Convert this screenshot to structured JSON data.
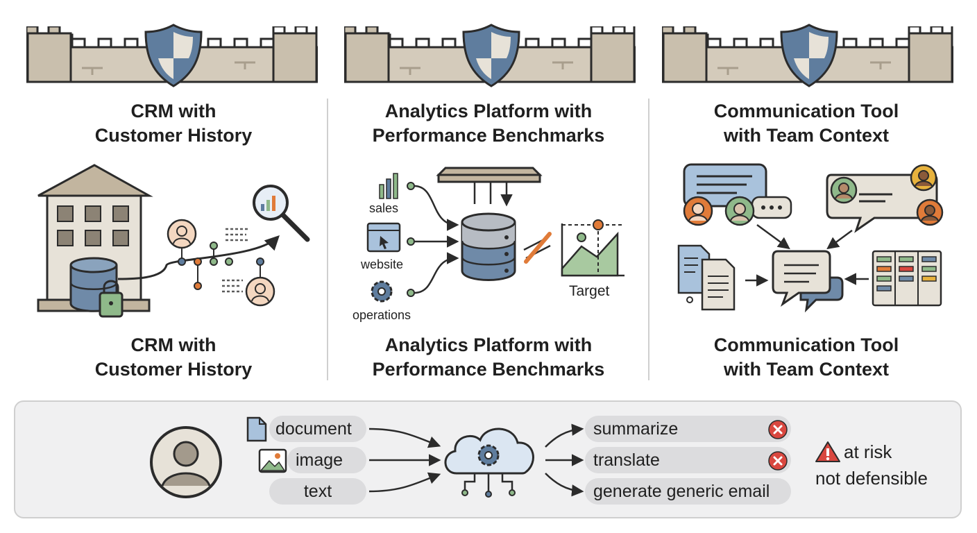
{
  "columns": [
    {
      "title_top": [
        "CRM with",
        "Customer History"
      ],
      "title_bottom": [
        "CRM with",
        "Customer History"
      ]
    },
    {
      "title_top": [
        "Analytics Platform with",
        "Performance Benchmarks"
      ],
      "title_bottom": [
        "Analytics Platform with",
        "Performance Benchmarks"
      ],
      "sources": [
        "sales",
        "website",
        "operations"
      ],
      "target_label": "Target"
    },
    {
      "title_top": [
        "Communication Tool",
        "with Team Context"
      ],
      "title_bottom": [
        "Communication Tool",
        "with Team Context"
      ]
    }
  ],
  "generic_flow": {
    "inputs": [
      "document",
      "image",
      "text"
    ],
    "outputs": [
      "summarize",
      "translate",
      "generate generic email"
    ],
    "risk_lines": [
      "at risk",
      "not defensible"
    ]
  },
  "colors": {
    "wall": "#d4cbbb",
    "shield_blue": "#5f7d9e",
    "database_blue": "#6f8aa8",
    "accent_orange": "#e07b39",
    "accent_green": "#8fb98a",
    "risk_red": "#d9473f"
  },
  "icons": [
    "castle-wall-icon",
    "shield-icon",
    "building-icon",
    "database-icon",
    "lock-icon",
    "magnifier-chart-icon",
    "person-icon",
    "chat-bubble-icon",
    "cloud-gear-icon",
    "warning-icon",
    "close-circle-icon"
  ]
}
